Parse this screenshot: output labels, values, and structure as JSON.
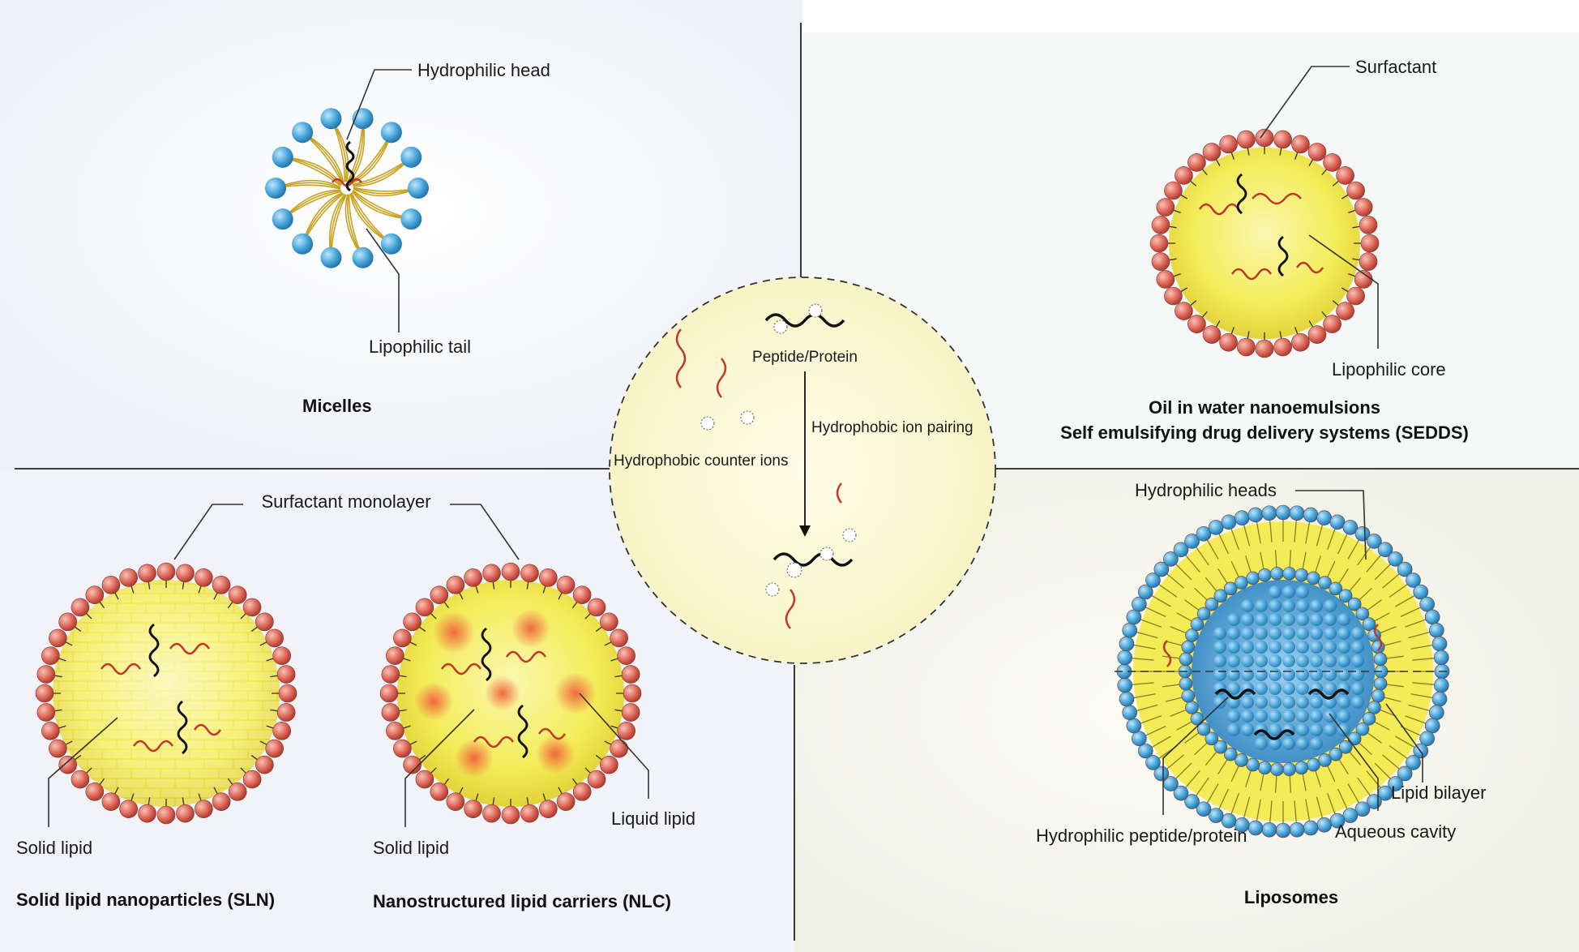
{
  "micelles": {
    "title": "Micelles",
    "head_label": "Hydrophilic head",
    "tail_label": "Lipophilic tail"
  },
  "nanoemulsion": {
    "title_line1": "Oil in water nanoemulsions",
    "title_line2": "Self emulsifying drug delivery systems (SEDDS)",
    "surfactant_label": "Surfactant",
    "core_label": "Lipophilic core"
  },
  "center": {
    "peptide_label": "Peptide/Protein",
    "pairing_label": "Hydrophobic ion pairing",
    "counter_ions_label": "Hydrophobic counter ions"
  },
  "lipid_particles": {
    "monolayer_label": "Surfactant monolayer",
    "sln_solid_label": "Solid lipid",
    "nlc_solid_label": "Solid lipid",
    "liquid_label": "Liquid lipid",
    "sln_title": "Solid lipid nanoparticles (SLN)",
    "nlc_title": "Nanostructured lipid carriers (NLC)"
  },
  "liposomes": {
    "title": "Liposomes",
    "heads_label": "Hydrophilic heads",
    "bilayer_label": "Lipid bilayer",
    "cavity_label": "Aqueous cavity",
    "peptide_label": "Hydrophilic peptide/protein"
  },
  "colors": {
    "blue_head": "#4aa8dc",
    "red_head": "#e06a5c",
    "yellow_core": "#f2ec5a",
    "chain_red": "#c0392b"
  }
}
